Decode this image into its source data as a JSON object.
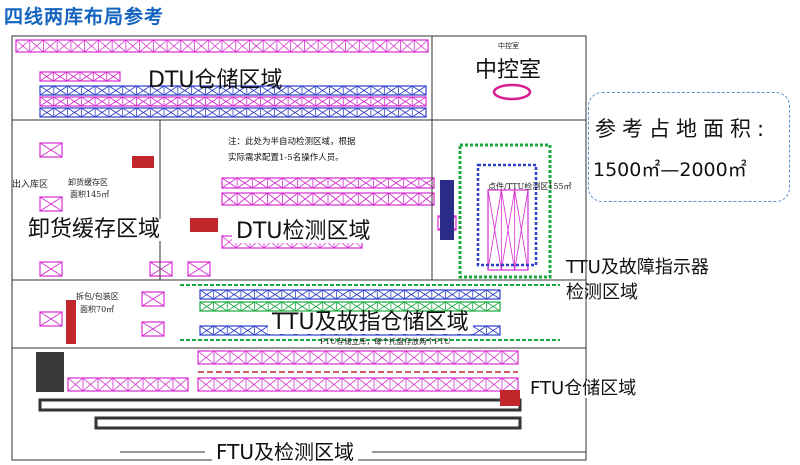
{
  "title": "四线两库布局参考",
  "regions": {
    "dtu_storage": "DTU仓储区域",
    "control_room": "中控室",
    "unload_buffer": "卸货缓存区域",
    "dtu_test": "DTU检测区域",
    "ttu_fault_test_line1": "TTU及故障指示器",
    "ttu_fault_test_line2": "检测区域",
    "ttu_storage": "TTU及故指仓储区域",
    "ftu_storage": "FTU仓储区域",
    "ftu_test": "FTU及检测区域"
  },
  "callout": {
    "line1": "参考占地面积:",
    "line2": "1500㎡—2000㎡"
  },
  "small_labels": {
    "control_room_tag": "中控室",
    "inbound": "出入库区",
    "unload_zone": "卸货缓存区",
    "unload_area": "面积145㎡",
    "note_top": "注：此处为半自动检测区域，根据",
    "note_mid": "实际需求配置1-5名操作人员。",
    "ttu_test_zone": "点件/TTU检测区155㎡",
    "pack_zone": "拆包/包装区",
    "pack_area": "面积70㎡",
    "ftu_store_note": "FTU存储立库，每个托盘存放两个FTU"
  },
  "colors": {
    "title": "#1565c0",
    "rack_magenta": "#d52bd0",
    "rack_blue": "#2d3ec8",
    "conveyor_green": "#19a83c",
    "equipment_red": "#c0262b",
    "callout_border": "#5b8fd6"
  }
}
